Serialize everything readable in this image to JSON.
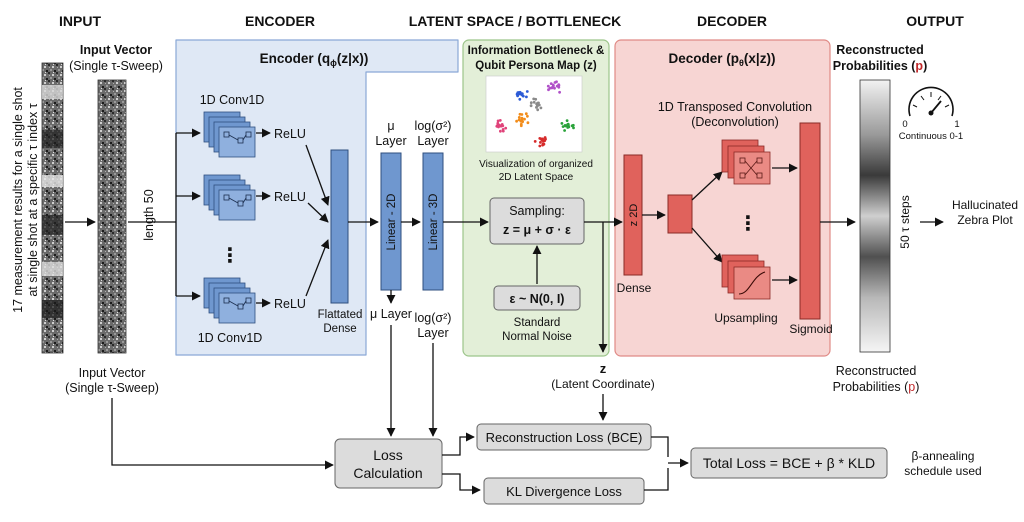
{
  "headers": {
    "input": "INPUT",
    "encoder": "ENCODER",
    "latent": "LATENT SPACE / BOTTLENECK",
    "decoder": "DECODER",
    "output": "OUTPUT"
  },
  "input": {
    "vertical_caption_line1": "17 measurement results for a single shot",
    "vertical_caption_line2": "at single shot at a specific τ index τ",
    "vector_title": "Input Vector",
    "vector_subtitle": "(Single τ-Sweep)",
    "length_label": "length 50",
    "bottom_title": "Input Vector",
    "bottom_subtitle": "(Single τ-Sweep)"
  },
  "encoder": {
    "title_prefix": "Encoder (q",
    "title_sub": "ϕ",
    "title_suffix": "(z|x))",
    "conv_top_label": "1D Conv1D",
    "conv_bottom_label": "1D Conv1D",
    "relu_1": "ReLU",
    "relu_2": "ReLU",
    "relu_3": "ReLU",
    "ellipsis": "⋮",
    "flatten_label_1": "Flattated",
    "flatten_label_2": "Dense",
    "mu_top_1": "μ",
    "mu_top_2": "Layer",
    "mu_bar_text": "Linear - 2D",
    "mu_bottom": "μ Layer",
    "logvar_top_1": "log(σ²)",
    "logvar_top_2": "Layer",
    "logvar_bar_text": "Linear - 3D",
    "logvar_bottom_1": "log(σ²)",
    "logvar_bottom_2": "Layer"
  },
  "latent": {
    "title_1": "Information Bottleneck &",
    "title_2": "Qubit Persona Map (z)",
    "viz_caption_1": "Visualization of organized",
    "viz_caption_2": "2D Latent Space",
    "sampling_title": "Sampling:",
    "sampling_formula": "z = μ + σ · ε",
    "noise_formula": "ε ~ N(0, I)",
    "noise_label_1": "Standard",
    "noise_label_2": "Normal Noise",
    "z_label": "z",
    "z_caption": "(Latent Coordinate)"
  },
  "decoder": {
    "title_prefix": "Decoder (p",
    "title_sub": "θ",
    "title_suffix": "(x|z))",
    "tconv_1": "1D Transposed Convolution",
    "tconv_2": "(Deconvolution)",
    "dense_bar_text": "z 2D",
    "dense_label": "Dense",
    "upsampling_label": "Upsampling",
    "sigmoid_label": "Sigmoid",
    "ellipsis": "⋮"
  },
  "output": {
    "recon_title_1": "Reconstructed",
    "recon_title_2": "Probabilities (",
    "recon_p": "p",
    "recon_close": ")",
    "steps_label": "50 τ steps",
    "gauge_min": "0",
    "gauge_max": "1",
    "gauge_caption": "Continuous 0-1",
    "hallucinated_1": "Hallucinated",
    "hallucinated_2": "Zebra Plot",
    "recon_bottom_1": "Reconstructed",
    "recon_bottom_2": "Probabilities (",
    "recon_bottom_p": "p",
    "recon_bottom_close": ")"
  },
  "loss": {
    "calc_1": "Loss",
    "calc_2": "Calculation",
    "recon_loss": "Reconstruction Loss (BCE)",
    "kl_loss": "KL Divergence Loss",
    "total_loss": "Total Loss = BCE + β * KLD",
    "annealing_1": "β-annealing",
    "annealing_2": "schedule used"
  },
  "colors": {
    "encoder_panel": "#dfe8f5",
    "encoder_blue": "#6f97cf",
    "latent_panel": "#e3efd8",
    "decoder_panel": "#f7d5d3",
    "decoder_red": "#e0625c",
    "gray_box": "#dcdcdc",
    "cluster_colors": [
      "#2c5bd6",
      "#e0437a",
      "#f28c1a",
      "#8a8a8a",
      "#2aa33a",
      "#b050c8",
      "#d62a2a"
    ]
  }
}
